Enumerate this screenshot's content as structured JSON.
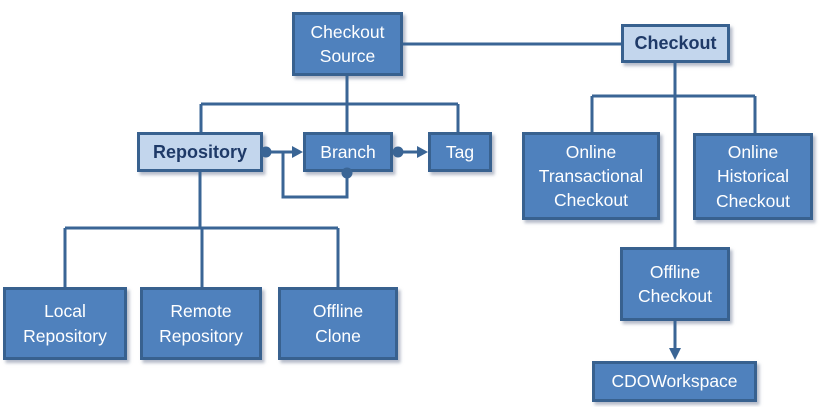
{
  "colors": {
    "node_fill": "#4F81BD",
    "node_border": "#38618F",
    "node_text": "#FFFFFF",
    "highlight_fill": "#C3D6ED",
    "highlight_text": "#1F3A68",
    "connector": "#3A6595",
    "background": "#FFFFFF"
  },
  "nodes": {
    "checkout_source": {
      "label": "Checkout\nSource"
    },
    "checkout": {
      "label": "Checkout"
    },
    "repository": {
      "label": "Repository"
    },
    "branch": {
      "label": "Branch"
    },
    "tag": {
      "label": "Tag"
    },
    "online_transactional": {
      "label": "Online\nTransactional\nCheckout"
    },
    "online_historical": {
      "label": "Online\nHistorical\nCheckout"
    },
    "local_repository": {
      "label": "Local\nRepository"
    },
    "remote_repository": {
      "label": "Remote\nRepository"
    },
    "offline_clone": {
      "label": "Offline\nClone"
    },
    "offline_checkout": {
      "label": "Offline\nCheckout"
    },
    "cdo_workspace": {
      "label": "CDOWorkspace"
    }
  },
  "edges": [
    {
      "from": "Checkout Source",
      "to": "Checkout",
      "type": "line"
    },
    {
      "from": "Checkout Source",
      "to": "Repository",
      "type": "tree"
    },
    {
      "from": "Checkout Source",
      "to": "Branch",
      "type": "tree"
    },
    {
      "from": "Checkout Source",
      "to": "Tag",
      "type": "tree"
    },
    {
      "from": "Repository",
      "to": "Branch",
      "type": "dot-arrow"
    },
    {
      "from": "Branch",
      "to": "Tag",
      "type": "dot-arrow"
    },
    {
      "from": "Branch",
      "to": "Branch",
      "type": "dot-arrow-self-loop"
    },
    {
      "from": "Repository",
      "to": "Local Repository",
      "type": "tree"
    },
    {
      "from": "Repository",
      "to": "Remote Repository",
      "type": "tree"
    },
    {
      "from": "Repository",
      "to": "Offline Clone",
      "type": "tree"
    },
    {
      "from": "Checkout",
      "to": "Online Transactional Checkout",
      "type": "tree"
    },
    {
      "from": "Checkout",
      "to": "Online Historical Checkout",
      "type": "tree"
    },
    {
      "from": "Checkout",
      "to": "Offline Checkout",
      "type": "tree"
    },
    {
      "from": "Offline Checkout",
      "to": "CDOWorkspace",
      "type": "arrow"
    }
  ]
}
